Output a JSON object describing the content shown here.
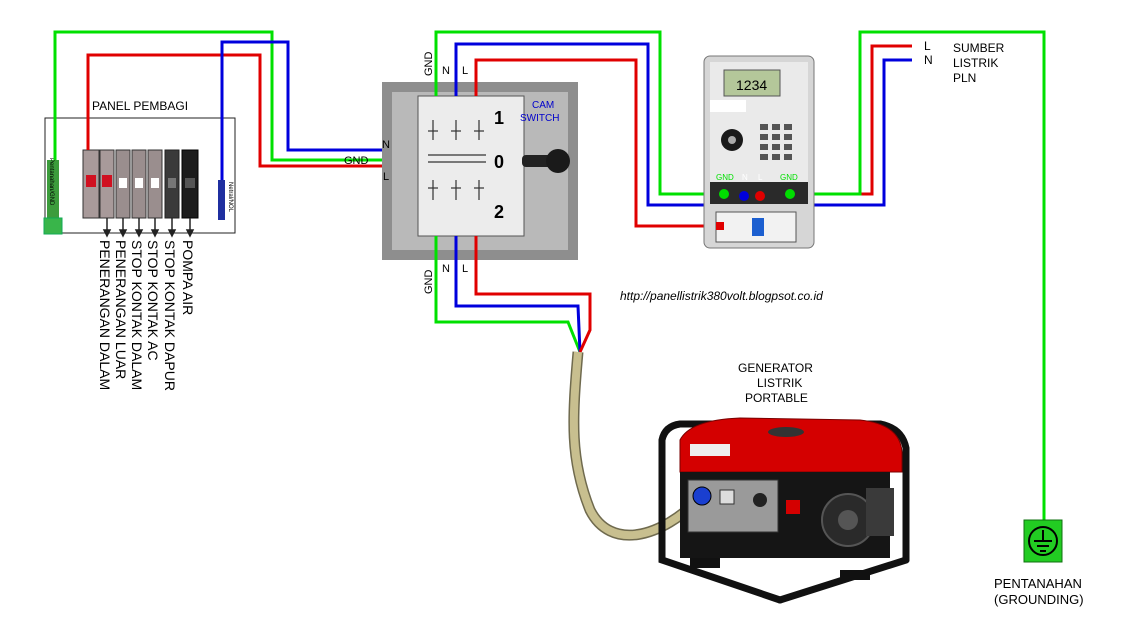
{
  "panel": {
    "title": "PANEL PEMBAGI",
    "left_bus_label": "Pentanahan/GND",
    "right_bus_label": "Netral/NOL",
    "circuits": [
      "PENERANGAN DALAM",
      "PENERANGAN LUAR",
      "STOP KONTAK DALAM",
      "STOP KONTAK AC",
      "STOP KONTAK DAPUR",
      "POMPA AIR"
    ]
  },
  "cam_switch": {
    "label_line1": "CAM",
    "label_line2": "SWITCH",
    "pos1": "1",
    "pos0": "0",
    "pos2": "2",
    "top_terminals": [
      "GND",
      "N",
      "L"
    ],
    "bottom_terminals": [
      "GND",
      "N",
      "L"
    ],
    "left_terminals": [
      "N",
      "GND",
      "L"
    ]
  },
  "meter": {
    "display": "1234",
    "terminals": [
      "GND",
      "N",
      "L",
      "GND"
    ]
  },
  "source": {
    "line1": "SUMBER",
    "line2": "LISTRIK",
    "line3": "PLN",
    "l_label": "L",
    "n_label": "N"
  },
  "url": "http://panellistrik380volt.blogpsot.co.id",
  "generator": {
    "line1": "GENERATOR",
    "line2": "LISTRIK",
    "line3": "PORTABLE"
  },
  "grounding": {
    "line1": "PENTANAHAN",
    "line2": "(GROUNDING)"
  },
  "colors": {
    "ground_wire": "#00e000",
    "neutral_wire": "#0000dd",
    "line_wire": "#e00000",
    "cable": "#c8bf8f",
    "generator_body": "#d40000"
  }
}
